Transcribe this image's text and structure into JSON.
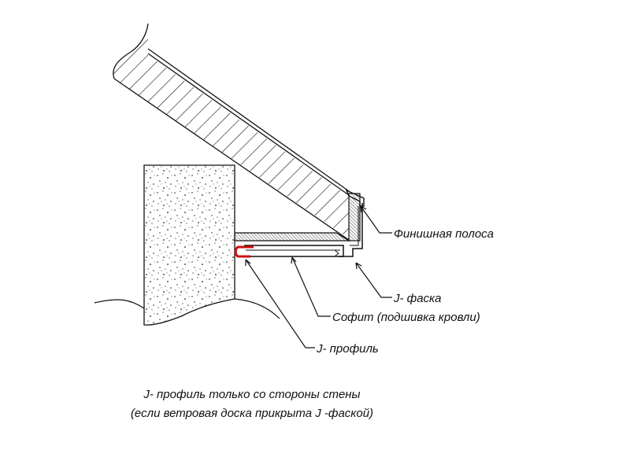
{
  "labels": {
    "finish_strip": "Финишная полоса",
    "j_chamfer": "J- фаска",
    "soffit": "Софит (подшивка кровли)",
    "j_profile": "J- профиль"
  },
  "caption": {
    "line1": "J- профиль  только со стороны стены",
    "line2": "(если ветровая доска прикрыта  J -фаской)"
  },
  "colors": {
    "line": "#111111",
    "j_profile_highlight": "#cc1111"
  }
}
